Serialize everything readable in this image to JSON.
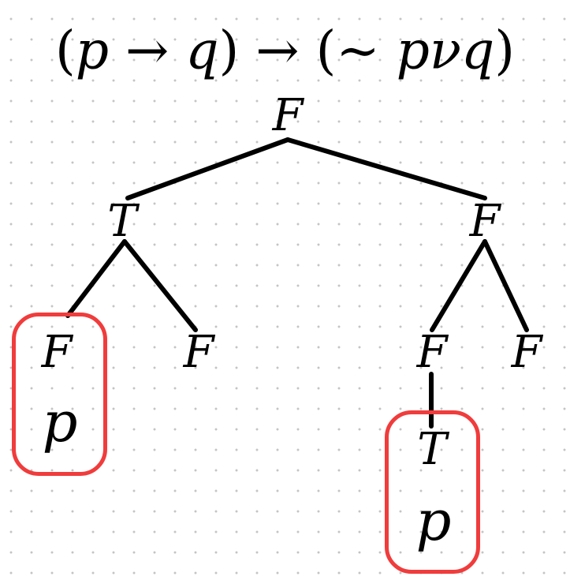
{
  "formula": {
    "open_paren_1": "(",
    "var_p": "p",
    "arrow_1": "→",
    "var_q": "q",
    "close_paren_1": ")",
    "arrow_2": "→",
    "open_paren_2": "(",
    "tilde": "∼",
    "var_p2": "p",
    "connective": "ν",
    "var_q2": "q",
    "close_paren_2": ")"
  },
  "tree": {
    "root": "F",
    "left": "T",
    "right": "F",
    "left_left": "F",
    "left_right": "F",
    "right_left": "F",
    "right_right": "F",
    "right_left_child": "T"
  },
  "groups": {
    "left_var": "p",
    "right_var": "p"
  },
  "colors": {
    "ink": "#000000",
    "highlight": "#f03c3c",
    "grid_dot": "#c4c4c4"
  }
}
